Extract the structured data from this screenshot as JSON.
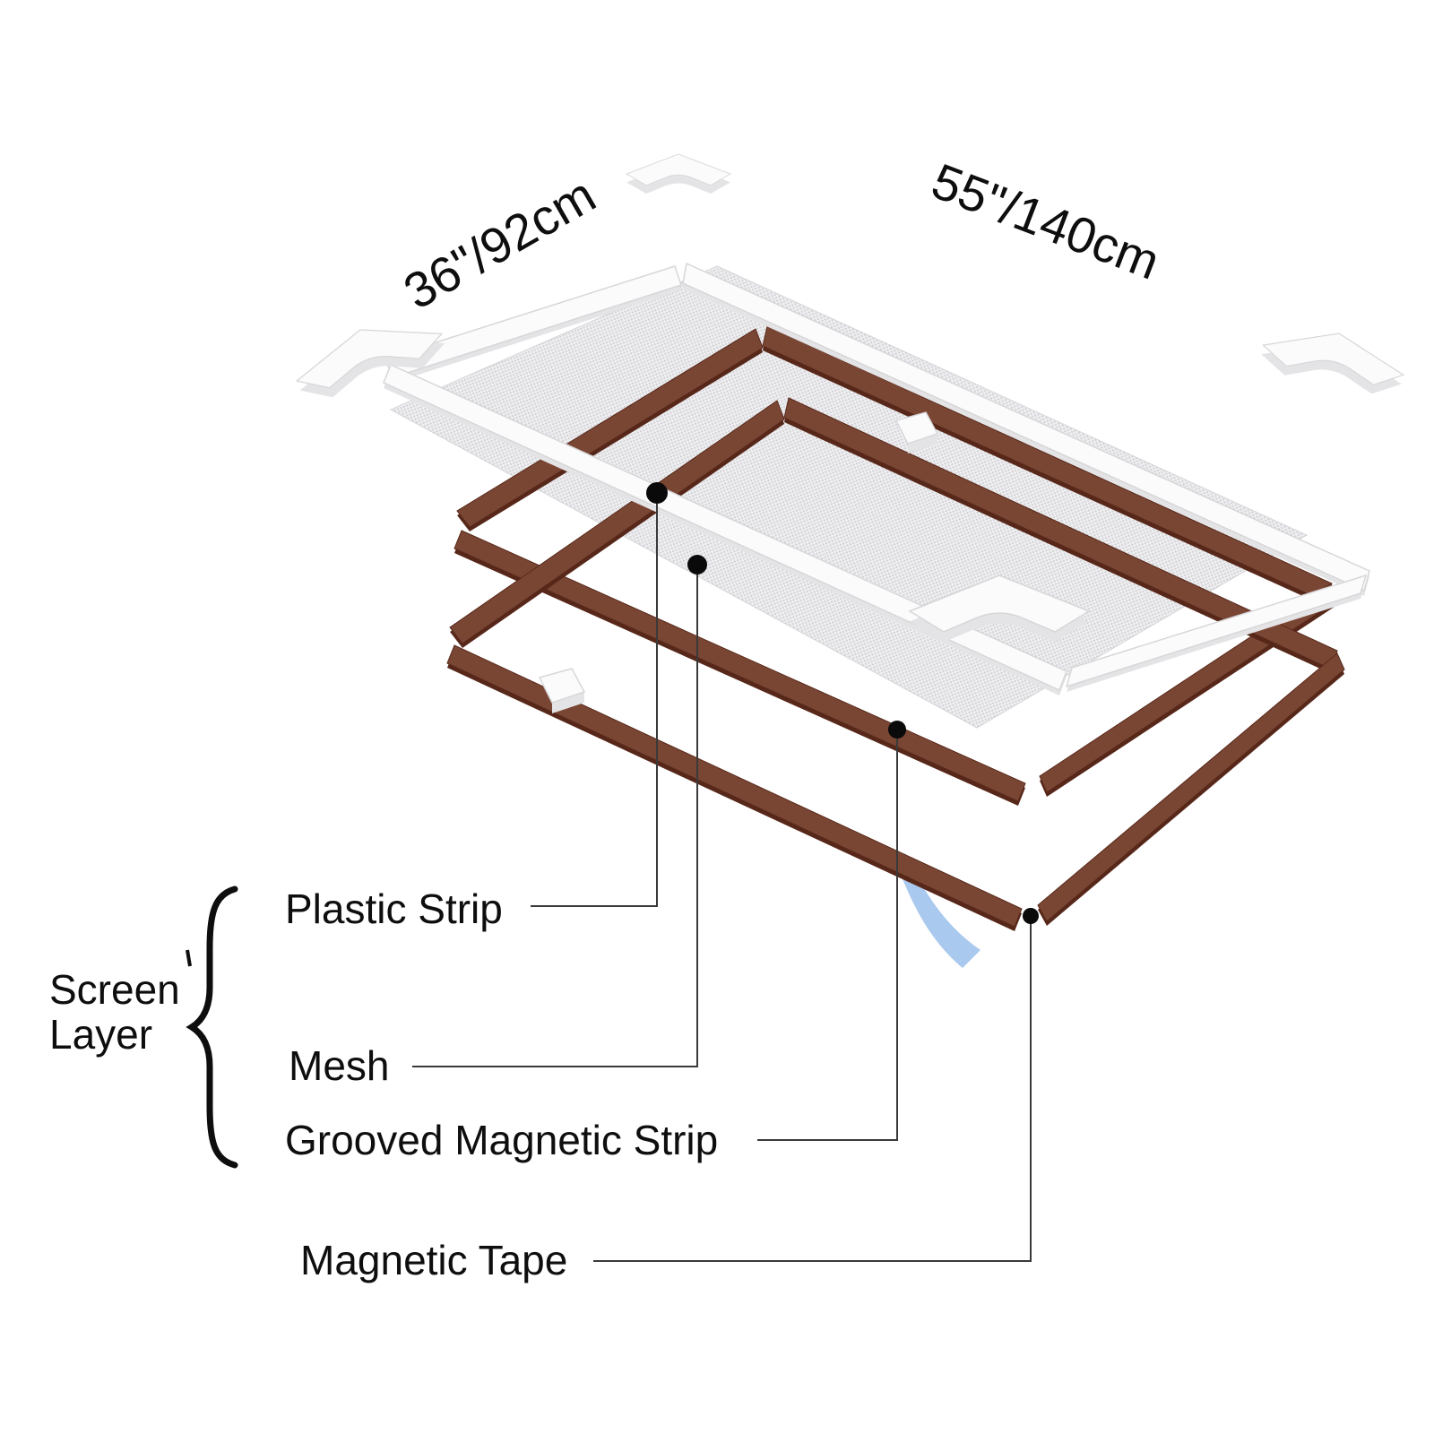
{
  "diagram": {
    "dimension_labels": {
      "side": "36\"/92cm",
      "front": "55\"/140cm"
    },
    "group_label_lines": [
      "Screen",
      "Layer"
    ],
    "labels": {
      "plastic_strip": "Plastic Strip",
      "mesh": "Mesh",
      "grooved_magnetic_strip": "Grooved Magnetic Strip",
      "magnetic_tape": "Magnetic Tape"
    }
  },
  "colors": {
    "text": "#0e0e0e",
    "leader": "#3a3a3a",
    "leader_dot": "#0a0a0a",
    "strip_brown": "#7a4634",
    "strip_brown_dark": "#57281a",
    "frame_white": "#fbfbfb",
    "frame_edge": "#d7d7d9",
    "frame_shadow": "#e4e4e6",
    "mesh_bg": "#efeff1",
    "mesh_dot": "#cdcdd2",
    "mesh_edge": "#d5d5d8",
    "swoosh_blue": "#aac9ee"
  }
}
